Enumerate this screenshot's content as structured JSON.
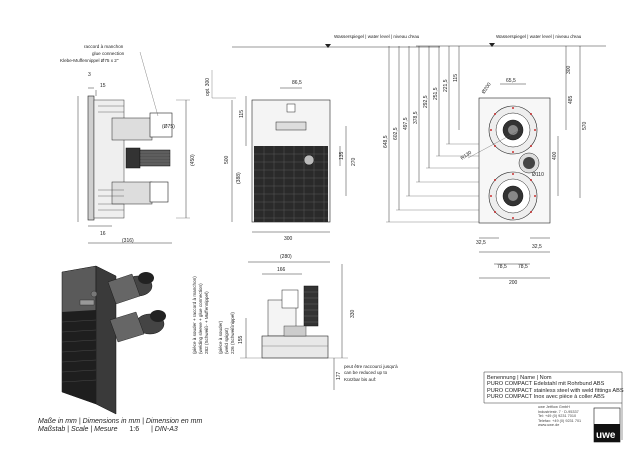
{
  "dims": {
    "side": {
      "top_label": "3",
      "left_15": "15",
      "d75": "(Ø75)",
      "d450": "(450)",
      "bottom_16": "16",
      "bottom_316": "(316)",
      "conn_line1": "raccord à manchon",
      "conn_line2": "glue connection",
      "conn_line3": "Klebe-Muffennippel Ø75 x 2\""
    },
    "front": {
      "opt300": "opt. 300",
      "w865": "86,5",
      "h115": "115",
      "h500": "500",
      "h388": "(388)",
      "h135": "135",
      "h270": "270",
      "w300": "300"
    },
    "top": {
      "water_level": "Wasserspiegel | water level | niveau d'eau",
      "d648": "648,5",
      "d602": "602,5",
      "d497": "497,5",
      "d378": "378,5",
      "d292": "292,5",
      "d251": "251,5",
      "d221": "221,5",
      "d115": "115",
      "d485": "485",
      "d570": "570",
      "d300": "300",
      "d400": "400",
      "d655": "65,5",
      "r130": "R130",
      "d200r": "Ø200",
      "d110": "Ø110",
      "d325a": "32,5",
      "d325b": "32,5",
      "d785a": "78,5",
      "d785b": "78,5",
      "d200": "200"
    },
    "bottom": {
      "w280": "(280)",
      "w166": "166",
      "h330": "330",
      "h155": "155",
      "h177": "177",
      "note1": "(pièce à souder + raccord à manchon)",
      "note2": "(welding sleeve + glue connection)",
      "note3": "282 (Schweiß- + Muffennippel)",
      "note4": "(pièce à souder)",
      "note5": "(weld spigot)",
      "note6": "226 (Schweißnippel)",
      "cut1": "peut être raccourci jusqu'à",
      "cut2": "can be reduced up to",
      "cut3": "Kürzbar bis auf:"
    }
  },
  "title_block": {
    "heading": "Benennung | Name | Nom",
    "line1": "PURO COMPACT Edelstahl mit Rohrbund ABS",
    "line2": "PURO COMPACT stainless steel with weld fittings ABS",
    "line3": "PURO COMPACT Inox avec pièce à coller ABS"
  },
  "footer": {
    "units": "Maße in mm | Dimensions in mm | Dimension en mm",
    "scale_label": "Maßstab | Scale | Mesure",
    "scale_value": "1:6",
    "format": "| DIN-A3"
  },
  "company": {
    "line1": "uwe Jetflow GmbH",
    "line2": "Industriestr. 7 · D-95337",
    "line3": "Tel: +49 (0) 9231 7010",
    "line4": "Telefax: +49 (0) 9231 701",
    "line5": "www.uwe.de",
    "logo": "uwe"
  }
}
